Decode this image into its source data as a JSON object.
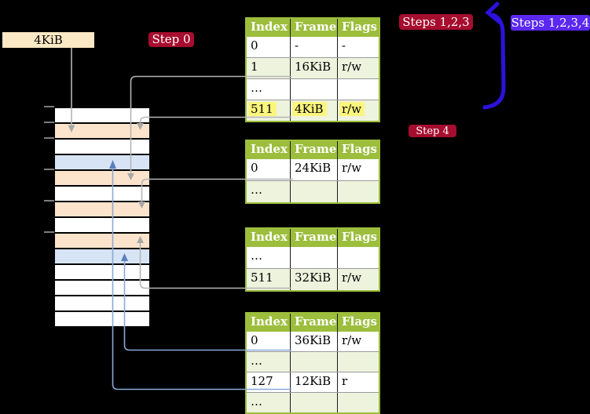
{
  "labels": {
    "page_size": "4KiB",
    "step0": "Step 0",
    "steps123": "Steps 1,2,3",
    "steps1234": "Steps 1,2,3,4",
    "step4": "Step 4"
  },
  "table_headers": [
    "Index",
    "Frame",
    "Flags"
  ],
  "tables": [
    {
      "name": "page-table-level-top",
      "rows": [
        {
          "cells": [
            "0",
            "-",
            "-"
          ],
          "shade": false,
          "highlight": false
        },
        {
          "cells": [
            "1",
            "16KiB",
            "r/w"
          ],
          "shade": true,
          "highlight": false
        },
        {
          "cells": [
            "…",
            "",
            ""
          ],
          "shade": false,
          "highlight": false
        },
        {
          "cells": [
            "511",
            "4KiB",
            "r/w"
          ],
          "shade": true,
          "highlight": true
        }
      ]
    },
    {
      "name": "page-table-second",
      "rows": [
        {
          "cells": [
            "0",
            "24KiB",
            "r/w"
          ],
          "shade": false,
          "highlight": false
        },
        {
          "cells": [
            "…",
            "",
            ""
          ],
          "shade": true,
          "highlight": false
        }
      ]
    },
    {
      "name": "page-table-third",
      "rows": [
        {
          "cells": [
            "…",
            "",
            ""
          ],
          "shade": false,
          "highlight": false
        },
        {
          "cells": [
            "511",
            "32KiB",
            "r/w"
          ],
          "shade": true,
          "highlight": false
        }
      ]
    },
    {
      "name": "page-table-fourth",
      "rows": [
        {
          "cells": [
            "0",
            "36KiB",
            "r/w"
          ],
          "shade": false,
          "highlight": false
        },
        {
          "cells": [
            "…",
            "",
            ""
          ],
          "shade": true,
          "highlight": false
        },
        {
          "cells": [
            "127",
            "12KiB",
            "r"
          ],
          "shade": false,
          "highlight": false
        },
        {
          "cells": [
            "…",
            "",
            ""
          ],
          "shade": true,
          "highlight": false
        }
      ]
    }
  ],
  "memory_strip": {
    "rows": [
      "white",
      "peach",
      "white",
      "blue",
      "peach",
      "white",
      "peach",
      "white",
      "peach",
      "blue",
      "white",
      "white",
      "white",
      "white"
    ],
    "tick_y": [
      135,
      155,
      175,
      215,
      255,
      295
    ]
  },
  "colors": {
    "header-green": "#9cbe3c",
    "row-green": "#eef3de",
    "hl-yellow": "#faf57d",
    "wheat": "#fbe8c4",
    "crimson": "#a60d2e",
    "violet": "#5b28f2",
    "arrow-blue": "#2c12dd",
    "conn-gray": "#b5b5b5",
    "conn-blue": "#8ca8d8",
    "peach": "#fce4cc",
    "lblue": "#d7e4f5"
  }
}
